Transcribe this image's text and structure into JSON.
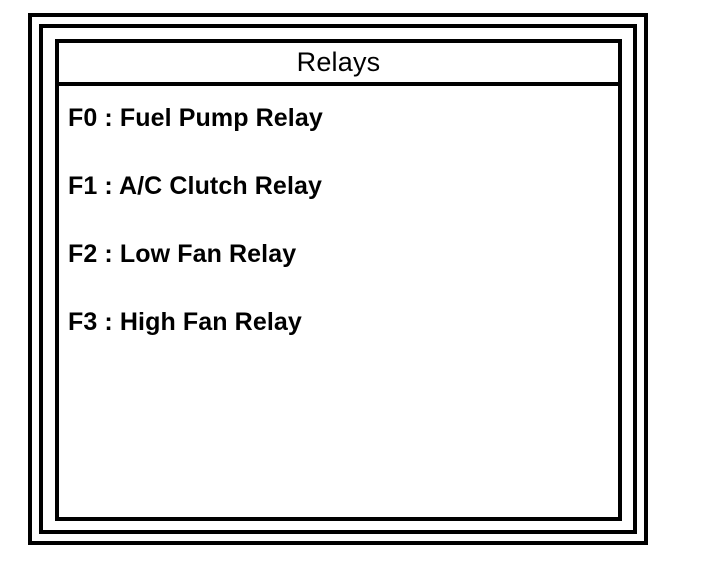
{
  "dialog": {
    "title": "Relays",
    "items": [
      {
        "key": "F0",
        "separator": " : ",
        "name": "Fuel Pump Relay",
        "text": "F0 : Fuel Pump Relay"
      },
      {
        "key": "F1",
        "separator": " : ",
        "name": "A/C Clutch Relay",
        "text": "F1 : A/C Clutch Relay"
      },
      {
        "key": "F2",
        "separator": " : ",
        "name": "Low Fan Relay",
        "text": "F2 : Low Fan Relay"
      },
      {
        "key": "F3",
        "separator": " : ",
        "name": "High Fan Relay",
        "text": "F3 : High Fan Relay"
      }
    ]
  },
  "colors": {
    "ink": "#000000",
    "paper": "#ffffff"
  }
}
